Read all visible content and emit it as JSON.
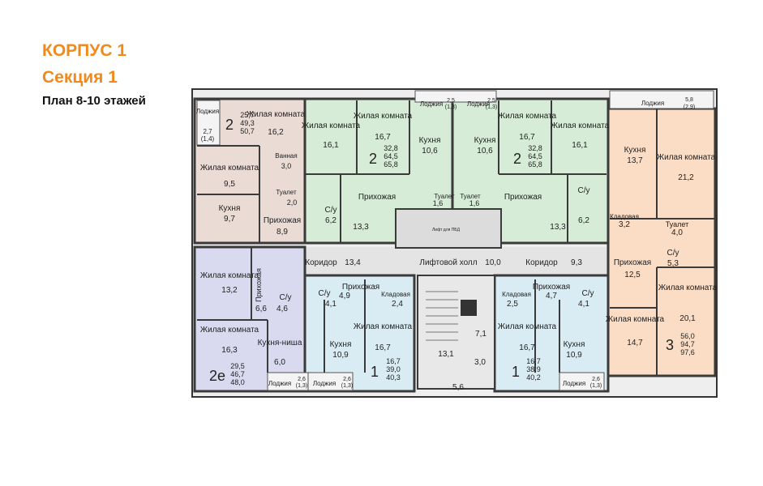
{
  "header": {
    "building": "КОРПУС 1",
    "section": "Секция 1",
    "floors": "План 8-10 этажей"
  },
  "colors": {
    "apt_top_left": "#eadbd5",
    "apt_green": "#d6ecd6",
    "apt_purple": "#d9d9ef",
    "apt_blue": "#d9ecf3",
    "apt_orange": "#fbdcc4",
    "wall": "#3a3a3a",
    "corridor": "#e4e4e4",
    "accent": "#f08a1c"
  },
  "room_names": {
    "living": "Жилая комната",
    "kitchen": "Кухня",
    "hall": "Прихожая",
    "bathroom": "С/у",
    "toilet": "Туалет",
    "bath": "Ванная",
    "pantry": "Кладовая",
    "loggia": "Лоджия",
    "corridor": "Коридор",
    "lift_hall": "Лифтовой холл",
    "kitchen_niche": "Кухня-ниша"
  },
  "apartments": [
    {
      "rooms": "2",
      "area_living": "25,7",
      "area_total_no_loggia": "49,3",
      "area_total": "50,7",
      "living_1": "16,2",
      "living_2": "9,5",
      "kitchen": "9,7",
      "hall": "8,9",
      "bath": "3,0",
      "toilet": "2,0",
      "loggia": "2,7",
      "loggia_k": "(1,4)"
    },
    {
      "rooms": "2",
      "area_living": "32,8",
      "area_total_no_loggia": "64,5",
      "area_total": "65,8",
      "living_1": "16,1",
      "living_2": "16,7",
      "kitchen": "10,6",
      "hall": "13,3",
      "bathroom": "6,2",
      "toilet": "1,6",
      "loggia": "2,5",
      "loggia_k": "(1,3)"
    },
    {
      "rooms": "2",
      "area_living": "32,8",
      "area_total_no_loggia": "64,5",
      "area_total": "65,8",
      "living_1": "16,7",
      "living_2": "16,1",
      "kitchen": "10,6",
      "hall": "13,3",
      "bathroom": "6,2",
      "toilet": "1,6",
      "loggia": "2,5",
      "loggia_k": "(1,3)"
    },
    {
      "rooms": "3",
      "area_living": "56,0",
      "area_total_no_loggia": "94,7",
      "area_total": "97,6",
      "living_1": "21,2",
      "living_2": "14,7",
      "living_3": "20,1",
      "kitchen": "13,7",
      "hall": "12,5",
      "bathroom": "5,3",
      "toilet": "4,0",
      "pantry": "3,2",
      "loggia": "5,8",
      "loggia_k": "(2,9)"
    },
    {
      "rooms": "2е",
      "area_living": "29,5",
      "area_total_no_loggia": "46,7",
      "area_total": "48,0",
      "living_1": "13,2",
      "living_2": "16,3",
      "hall": "6,6",
      "bathroom": "4,6",
      "kitchen_niche": "6,0",
      "loggia": "2,6",
      "loggia_k": "(1,3)"
    },
    {
      "rooms": "1",
      "area_living": "16,7",
      "area_total_no_loggia": "39,0",
      "area_total": "40,3",
      "living_1": "16,7",
      "kitchen": "10,9",
      "hall": "4,9",
      "pantry": "2,4",
      "bathroom": "4,1",
      "loggia": "2,6",
      "loggia_k": "(1,3)"
    },
    {
      "rooms": "1",
      "area_living": "16,7",
      "area_total_no_loggia": "38,9",
      "area_total": "40,2",
      "living_1": "16,7",
      "kitchen": "10,9",
      "hall": "4,7",
      "pantry": "2,5",
      "bathroom": "4,1",
      "loggia": "2,6",
      "loggia_k": "(1,3)"
    }
  ],
  "common": {
    "corridor_left": "13,4",
    "lift_hall": "10,0",
    "corridor_right": "9,3",
    "stair_1": "7,1",
    "stair_2": "13,1",
    "stair_3": "3,0",
    "stair_4": "5,6",
    "lift_label": "Лифт для ПБД"
  }
}
